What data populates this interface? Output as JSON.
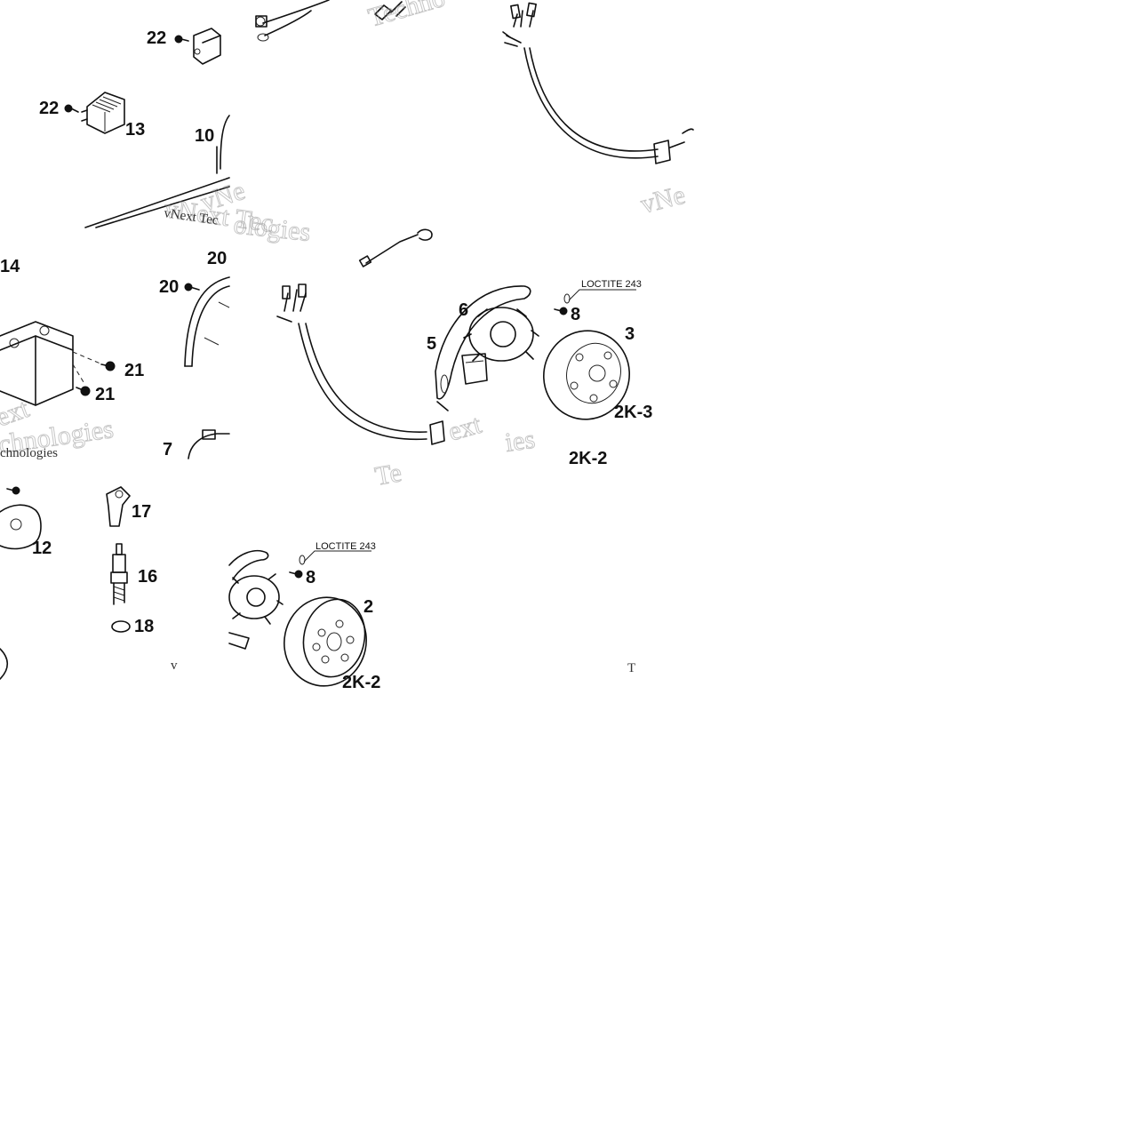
{
  "labels": {
    "p22a": "22",
    "p22b": "22",
    "p13": "13",
    "p10": "10",
    "p14": "14",
    "p20a": "20",
    "p20b": "20",
    "p21a": "21",
    "p21b": "21",
    "p7": "7",
    "p6": "6",
    "p5": "5",
    "p3": "3",
    "p8a": "8",
    "k3": "2K-3",
    "k2a": "2K-2",
    "p17": "17",
    "p16": "16",
    "p18": "18",
    "p12": "12",
    "p8b": "8",
    "p2": "2",
    "k2b": "2K-2"
  },
  "notes": {
    "loctite_a": "LOCTITE 243",
    "loctite_b": "LOCTITE 243"
  },
  "watermarks": {
    "w1": "Techno",
    "w2": "vNe",
    "w3": "vNext Tec",
    "w4": "ologies",
    "w5": "vNe",
    "w6": "ext",
    "w7": "chnologies",
    "w8": "ext",
    "w9": "Te",
    "w10": "ies",
    "w11": "v",
    "w12": "T"
  }
}
